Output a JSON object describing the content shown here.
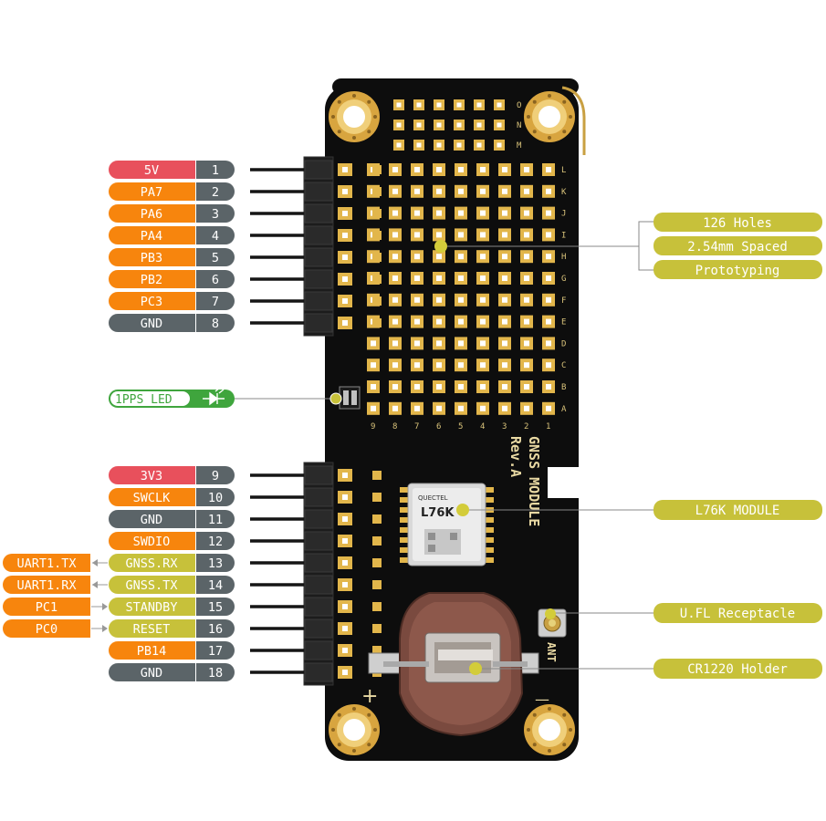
{
  "colors": {
    "red": "#e8505c",
    "orange": "#f7850d",
    "gray": "#5b6468",
    "yellow": "#c7c13a",
    "green": "#3fa53d",
    "board": "#0d0d0d",
    "gold": "#e2b64b"
  },
  "header_top": [
    {
      "num": "1",
      "name": "5V",
      "color": "red"
    },
    {
      "num": "2",
      "name": "PA7",
      "color": "orange"
    },
    {
      "num": "3",
      "name": "PA6",
      "color": "orange"
    },
    {
      "num": "4",
      "name": "PA4",
      "color": "orange"
    },
    {
      "num": "5",
      "name": "PB3",
      "color": "orange"
    },
    {
      "num": "6",
      "name": "PB2",
      "color": "orange"
    },
    {
      "num": "7",
      "name": "PC3",
      "color": "orange"
    },
    {
      "num": "8",
      "name": "GND",
      "color": "gray"
    }
  ],
  "header_bottom": [
    {
      "num": "9",
      "name": "3V3",
      "color": "red"
    },
    {
      "num": "10",
      "name": "SWCLK",
      "color": "orange"
    },
    {
      "num": "11",
      "name": "GND",
      "color": "gray"
    },
    {
      "num": "12",
      "name": "SWDIO",
      "color": "orange"
    },
    {
      "num": "13",
      "name": "GNSS.RX",
      "color": "yellow",
      "ext": "UART1.TX"
    },
    {
      "num": "14",
      "name": "GNSS.TX",
      "color": "yellow",
      "ext": "UART1.RX"
    },
    {
      "num": "15",
      "name": "STANDBY",
      "color": "yellow",
      "ext": "PC1"
    },
    {
      "num": "16",
      "name": "RESET",
      "color": "yellow",
      "ext": "PC0"
    },
    {
      "num": "17",
      "name": "PB14",
      "color": "orange"
    },
    {
      "num": "18",
      "name": "GND",
      "color": "gray"
    }
  ],
  "led_label": "1PPS LED",
  "callouts": {
    "proto": [
      "126 Holes",
      "2.54mm Spaced",
      "Prototyping"
    ],
    "module": "L76K MODULE",
    "ufl": "U.FL Receptacle",
    "holder": "CR1220 Holder"
  },
  "silkscreen": {
    "title": "GNSS MODULE",
    "rev": "Rev.A",
    "chip_brand": "QUECTEL",
    "chip_model": "L76K",
    "ant": "ANT",
    "plus": "+",
    "minus": "—",
    "cols": [
      "9",
      "8",
      "7",
      "6",
      "5",
      "4",
      "3",
      "2",
      "1"
    ],
    "rows": [
      "L",
      "K",
      "J",
      "I",
      "H",
      "G",
      "F",
      "E",
      "D",
      "C",
      "B",
      "A"
    ],
    "top_rows": [
      "O",
      "N",
      "M"
    ]
  }
}
